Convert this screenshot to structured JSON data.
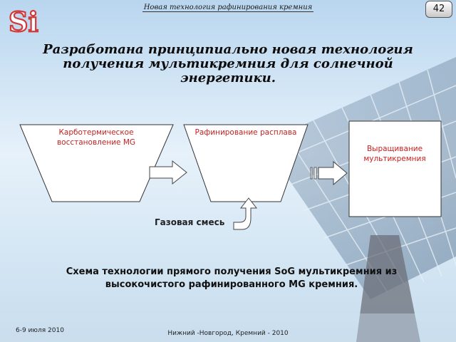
{
  "header": {
    "title": "Новая технология рафинирования кремния",
    "page_number": "42",
    "logo_text": "Si"
  },
  "heading": "Разработана принципиально новая технология получения мультикремния для солнечной энергетики.",
  "diagram": {
    "stages": [
      {
        "label": "Карботермическое восстановление MG"
      },
      {
        "label": "Рафинирование расплава"
      },
      {
        "label": "Выращивание мультикремния"
      }
    ],
    "input_label": "Газовая смесь"
  },
  "caption": "Схема технологии прямого получения  SoG мультикремния из высокочистого рафинированного MG кремния.",
  "footer": {
    "date": "6-9 июля 2010",
    "place": "Нижний -Новгород, Кремний - 2010"
  },
  "colors": {
    "stage_text": "#c62020",
    "logo": "#d23a3a"
  }
}
